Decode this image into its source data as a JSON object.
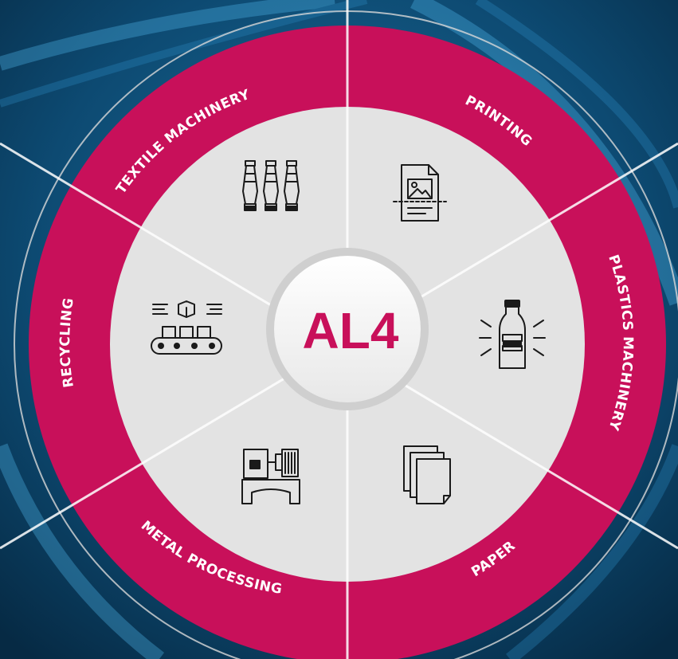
{
  "center": {
    "label": "AL4"
  },
  "segments": [
    {
      "label": "TEXTILE MACHINERY",
      "icon": "spindles-icon"
    },
    {
      "label": "PRINTING",
      "icon": "printed-document-icon"
    },
    {
      "label": "PLASTICS MACHINERY",
      "icon": "plastic-bottle-icon"
    },
    {
      "label": "PAPER",
      "icon": "paper-stack-icon"
    },
    {
      "label": "METAL PROCESSING",
      "icon": "lathe-machine-icon"
    },
    {
      "label": "RECYCLING",
      "icon": "conveyor-belt-icon"
    }
  ],
  "colors": {
    "ring": "#c8105a",
    "inner": "#e3e3e3",
    "divider": "#ffffff",
    "background": "#0a3a5a",
    "center_text": "#c8105a"
  }
}
